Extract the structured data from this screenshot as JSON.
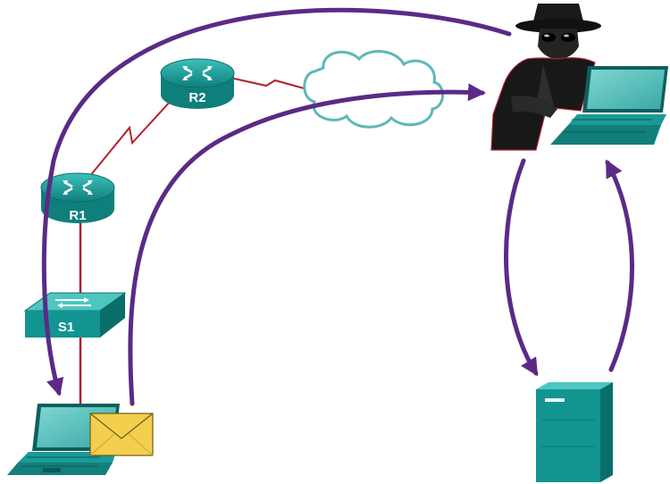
{
  "devices": {
    "router_r2": {
      "label": "R2",
      "icon": "router-icon"
    },
    "router_r1": {
      "label": "R1",
      "icon": "router-icon"
    },
    "switch_s1": {
      "label": "S1",
      "icon": "switch-icon"
    },
    "internet": {
      "icon": "cloud-icon"
    },
    "victim_laptop": {
      "icon": "laptop-icon"
    },
    "email": {
      "icon": "envelope-icon"
    },
    "attacker": {
      "icon": "hacker-icon"
    },
    "attacker_laptop": {
      "icon": "laptop-icon"
    },
    "server": {
      "icon": "server-icon"
    }
  },
  "colors": {
    "device_teal": "#1f9e9a",
    "device_teal_dark": "#0d6e6c",
    "link_red": "#b3202e",
    "flow_arrow": "#5b2a86",
    "envelope": "#f3cf4d",
    "cloud_stroke": "#5fb7b8"
  }
}
